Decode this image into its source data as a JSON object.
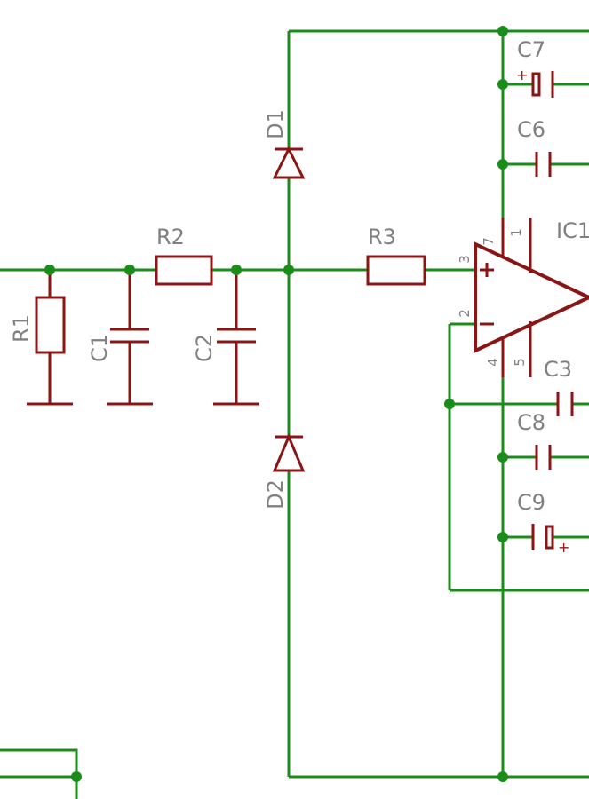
{
  "colors": {
    "wire": "#1a8c1a",
    "component": "#8b1414",
    "text": "#808080",
    "junction": "#1a8c1a"
  },
  "components": {
    "r1": "R1",
    "r2": "R2",
    "r3": "R3",
    "c1": "C1",
    "c2": "C2",
    "c3": "C3",
    "c6": "C6",
    "c7": "C7",
    "c8": "C8",
    "c9": "C9",
    "d1": "D1",
    "d2": "D2",
    "ic1": "IC1"
  },
  "pins": {
    "p7": "7",
    "p1": "1",
    "p3": "3",
    "p2": "2",
    "p4": "4",
    "p5": "5"
  },
  "symbols": {
    "plus": "+",
    "minus": "−"
  }
}
